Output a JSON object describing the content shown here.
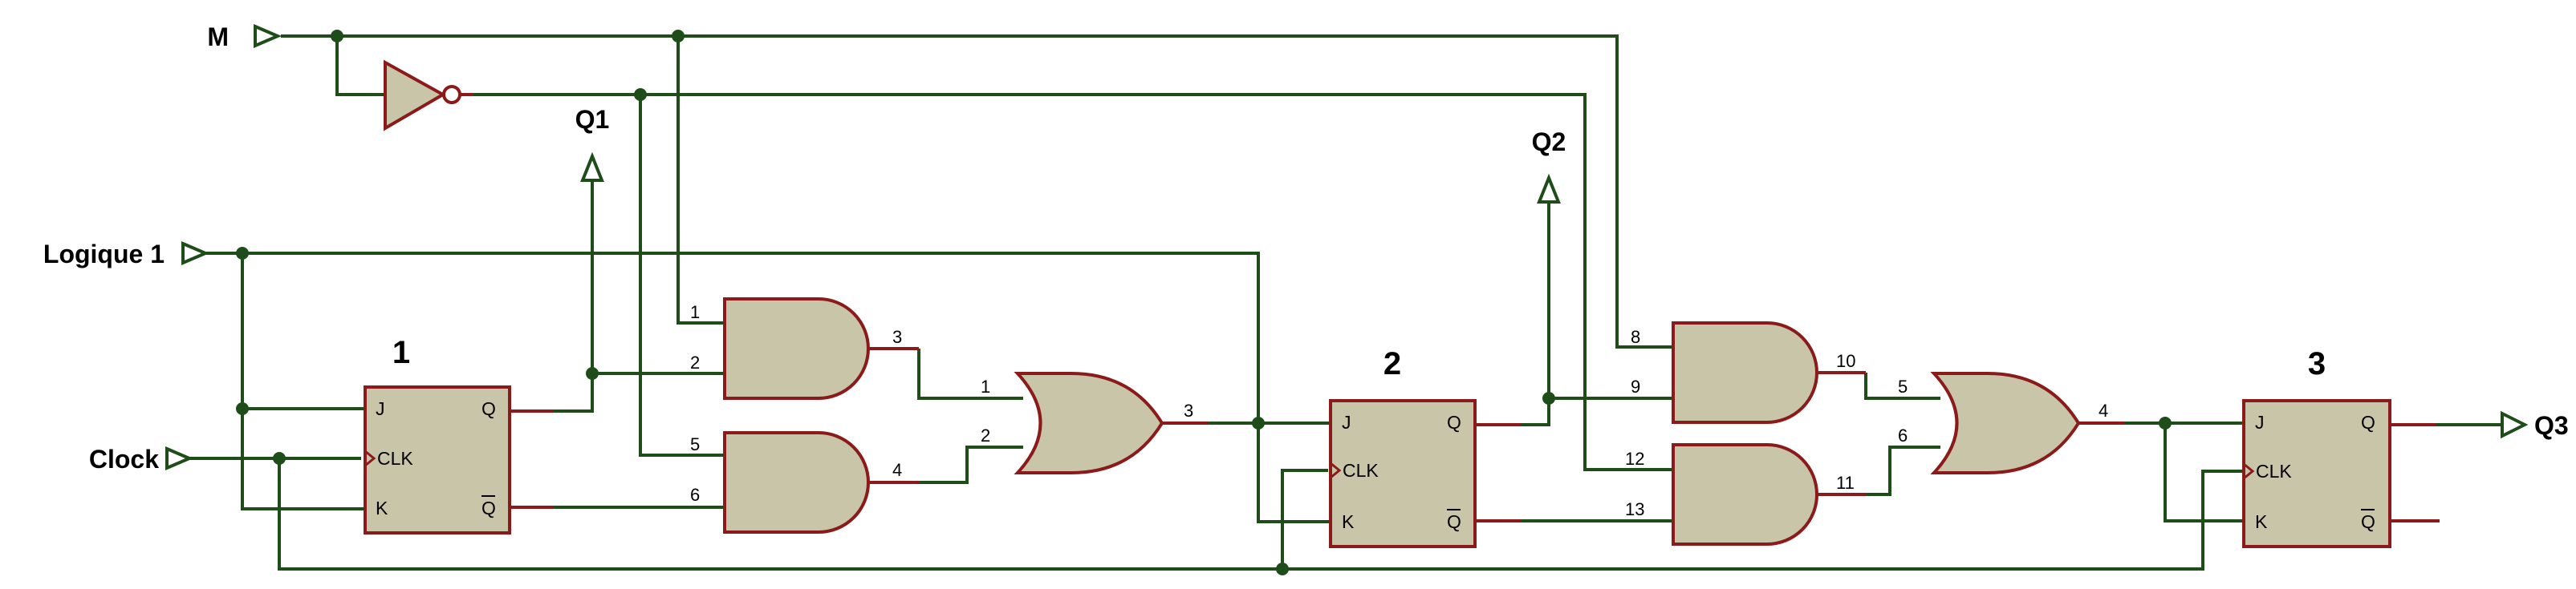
{
  "colors": {
    "wire": "#1f4d1a",
    "lead": "#8b1a1a",
    "body": "#c8c5a8",
    "text": "#000000"
  },
  "inputs": {
    "m": "M",
    "logic1": "Logique 1",
    "clock": "Clock"
  },
  "outputs": {
    "q1": "Q1",
    "q2": "Q2",
    "q3": "Q3"
  },
  "flipflops": [
    {
      "number": "1",
      "j": "J",
      "clk": "CLK",
      "k": "K",
      "q": "Q",
      "qbar": "Q"
    },
    {
      "number": "2",
      "j": "J",
      "clk": "CLK",
      "k": "K",
      "q": "Q",
      "qbar": "Q"
    },
    {
      "number": "3",
      "j": "J",
      "clk": "CLK",
      "k": "K",
      "q": "Q",
      "qbar": "Q"
    }
  ],
  "pins": {
    "and_a": [
      "1",
      "2",
      "3"
    ],
    "and_b": [
      "5",
      "6",
      "4"
    ],
    "or_1": [
      "1",
      "2",
      "3"
    ],
    "and_c": [
      "8",
      "9",
      "10"
    ],
    "and_d": [
      "12",
      "13",
      "11"
    ],
    "or_2": [
      "5",
      "6",
      "4"
    ]
  }
}
